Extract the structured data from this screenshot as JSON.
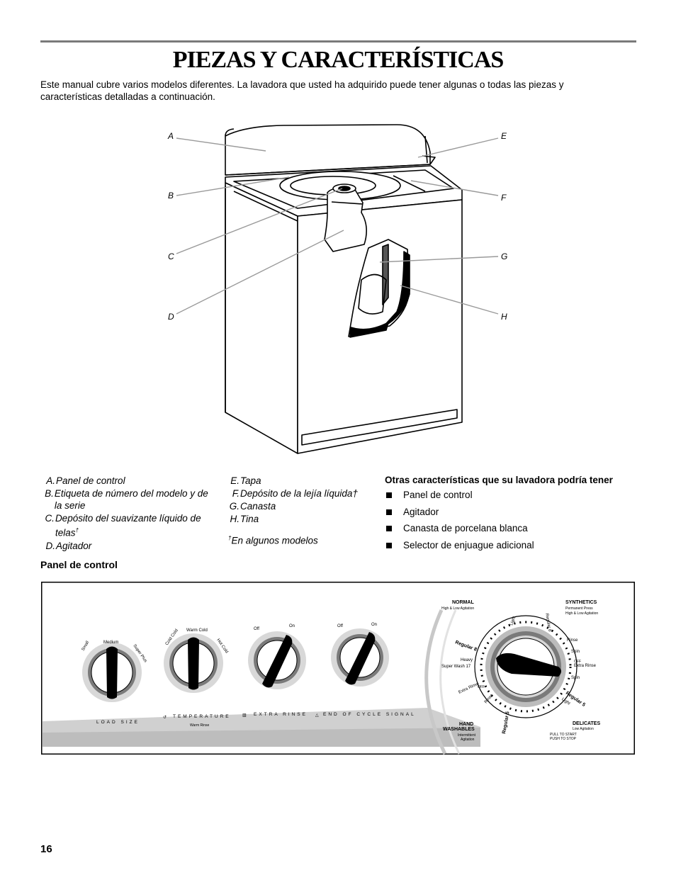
{
  "title": "PIEZAS Y CARACTERÍSTICAS",
  "intro": "Este manual cubre varios modelos diferentes. La lavadora que usted ha adquirido puede tener algunas o todas las piezas y características detalladas a continuación.",
  "diagram_labels": {
    "a": "A",
    "b": "B",
    "c": "C",
    "d": "D",
    "e": "E",
    "f": "F",
    "g": "G",
    "h": "H"
  },
  "legend_left": [
    {
      "key": "A.",
      "text": "Panel de control"
    },
    {
      "key": "B.",
      "text": "Etiqueta de número del modelo y de la serie"
    },
    {
      "key": "C.",
      "text": "Depósito del suavizante líquido de telas",
      "sup": "†"
    },
    {
      "key": "D.",
      "text": "Agitador"
    }
  ],
  "legend_right": [
    {
      "key": "E.",
      "text": "Tapa"
    },
    {
      "key": "F.",
      "text": "Depósito de la lejía líquida†"
    },
    {
      "key": "G.",
      "text": "Canasta"
    },
    {
      "key": "H.",
      "text": "Tina"
    }
  ],
  "footnote": {
    "mark": "†",
    "text": "En algunos modelos"
  },
  "other_features": {
    "heading": "Otras características que su lavadora podría tener",
    "items": [
      "Panel de control",
      "Agitador",
      "Canasta de porcelana blanca",
      "Selector de enjuague adicional"
    ]
  },
  "control_panel_heading": "Panel de control",
  "panel": {
    "band_labels": {
      "load_size": "LOAD SIZE",
      "temperature": "TEMPERATURE",
      "extra_rinse": "EXTRA RINSE",
      "end_of_cycle": "END OF CYCLE SIGNAL"
    },
    "load_size": {
      "small": "Small",
      "medium": "Medium",
      "super_plus": "Super Plus"
    },
    "temperature": {
      "cold_cold": "Cold Cold",
      "warm_cold": "Warm Cold",
      "hot_cold": "Hot Cold",
      "warm_rinse": "Warm Rinse"
    },
    "switch": {
      "off": "Off",
      "on": "On"
    },
    "cycle": {
      "normal": "NORMAL",
      "normal_sub": "High & Low Agitation",
      "synthetics": "SYNTHETICS",
      "synthetics_sub1": "Permanent Press",
      "synthetics_sub2": "High & Low Agitation",
      "hand": "HAND",
      "washables": "WASHABLES",
      "hand_sub1": "Intermittent",
      "hand_sub2": "Agitation",
      "delicates": "DELICATES",
      "delicates_sub": "Low Agitation",
      "regular8": "Regular 8",
      "heavy": "Heavy",
      "super_wash": "Super Wash 17",
      "extra_rinse": "Extra Rinse",
      "spin": "Spin",
      "rinse": "Rinse",
      "light": "Light",
      "regular5": "Regular 5",
      "off": "OFF",
      "pull_to_start": "PULL TO START",
      "push_to_stop": "PUSH TO STOP"
    }
  }
}
